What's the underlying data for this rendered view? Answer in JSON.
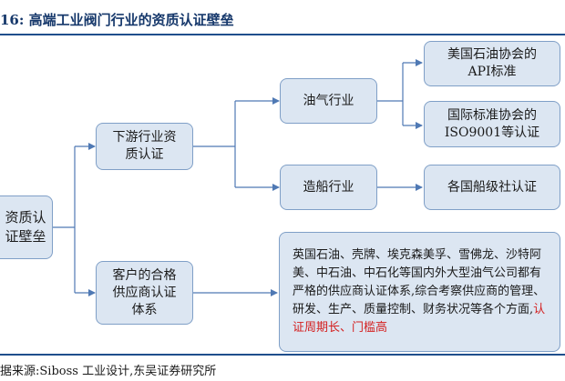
{
  "figure": {
    "title": "16:  高端工业阀门行业的资质认证壁垒",
    "source": "据来源:Siboss 工业设计,东吴证券研究所"
  },
  "diagram": {
    "root": {
      "label": "资质认证壁垒"
    },
    "downstream": {
      "label": "下游行业资质认证",
      "oil_gas": {
        "label": "油气行业",
        "children": [
          "美国石油协会的API标准",
          "国际标准协会的ISO9001等认证"
        ]
      },
      "shipbuilding": {
        "label": "造船行业",
        "children": [
          "各国船级社认证"
        ]
      }
    },
    "customer": {
      "label": "客户的合格供应商认证体系",
      "description": "英国石油、壳牌、埃克森美孚、雪佛龙、沙特阿美、中石油、中石化等国内外大型油气公司都有严格的供应商认证体系,综合考察供应商的管理、研发、生产、质量控制、财务状况等各个方面,",
      "highlight": "认证周期长、门槛高"
    }
  },
  "colors": {
    "box_fill": "#dce6f2",
    "box_border": "#7f9fc7",
    "connector": "#4f79b4",
    "title_text": "#16386b",
    "rule": "#1f4e8c",
    "highlight_text": "#d42020"
  }
}
